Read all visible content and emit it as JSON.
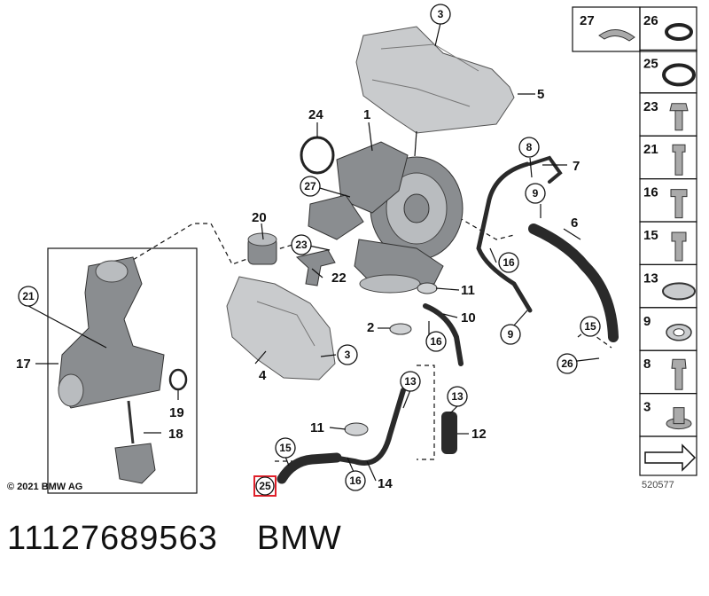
{
  "diagram": {
    "callouts": {
      "c1": "1",
      "c2": "2",
      "c3a": "3",
      "c3b": "3",
      "c4": "4",
      "c5": "5",
      "c6": "6",
      "c7": "7",
      "c8": "8",
      "c9a": "9",
      "c9b": "9",
      "c10": "10",
      "c11a": "11",
      "c11b": "11",
      "c12": "12",
      "c13a": "13",
      "c13b": "13",
      "c14": "14",
      "c15a": "15",
      "c15b": "15",
      "c16a": "16",
      "c16b": "16",
      "c16c": "16",
      "c17": "17",
      "c18": "18",
      "c19": "19",
      "c20": "20",
      "c21": "21",
      "c22": "22",
      "c23": "23",
      "c24": "24",
      "c25": "25",
      "c26": "26",
      "c27": "27"
    },
    "side_panel": {
      "top_left": "27",
      "items": [
        "26",
        "25",
        "23",
        "21",
        "16",
        "15",
        "13",
        "9",
        "8",
        "3"
      ]
    },
    "copyright": "© 2021 BMW AG",
    "reference_number": "520577"
  },
  "footer": {
    "part_number": "11127689563",
    "brand": "BMW"
  },
  "colors": {
    "highlight": "#e0202a",
    "part_gray": "#8a8d90",
    "shield_gray": "#c9cbcd"
  }
}
